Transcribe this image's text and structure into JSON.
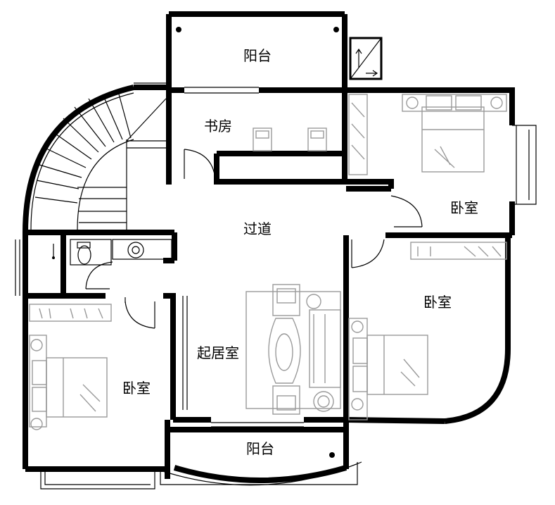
{
  "plan": {
    "rooms": {
      "balcony_top": "阳台",
      "study": "书房",
      "bedroom_right_top": "卧室",
      "corridor": "过道",
      "bedroom_right_mid": "卧室",
      "living_room": "起居室",
      "bedroom_left": "卧室",
      "balcony_bottom": "阳台"
    }
  }
}
